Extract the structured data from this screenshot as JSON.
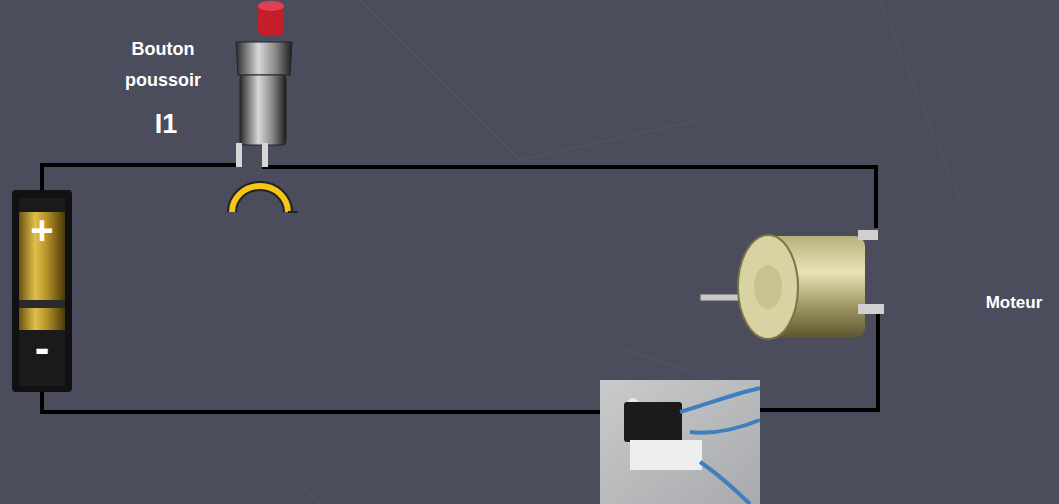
{
  "diagram": {
    "nodes": [
      {
        "text": [
          "+",
          "-"
        ]
      },
      {
        "text": [
          "Bouton poussoir",
          "I1"
        ]
      },
      {
        "text": [
          "Moteur"
        ]
      }
    ],
    "edges": [
      {
        "from": 0,
        "to": 1,
        "arrow": "none"
      },
      {
        "from": 1,
        "to": 2,
        "arrow": "none"
      }
    ]
  }
}
